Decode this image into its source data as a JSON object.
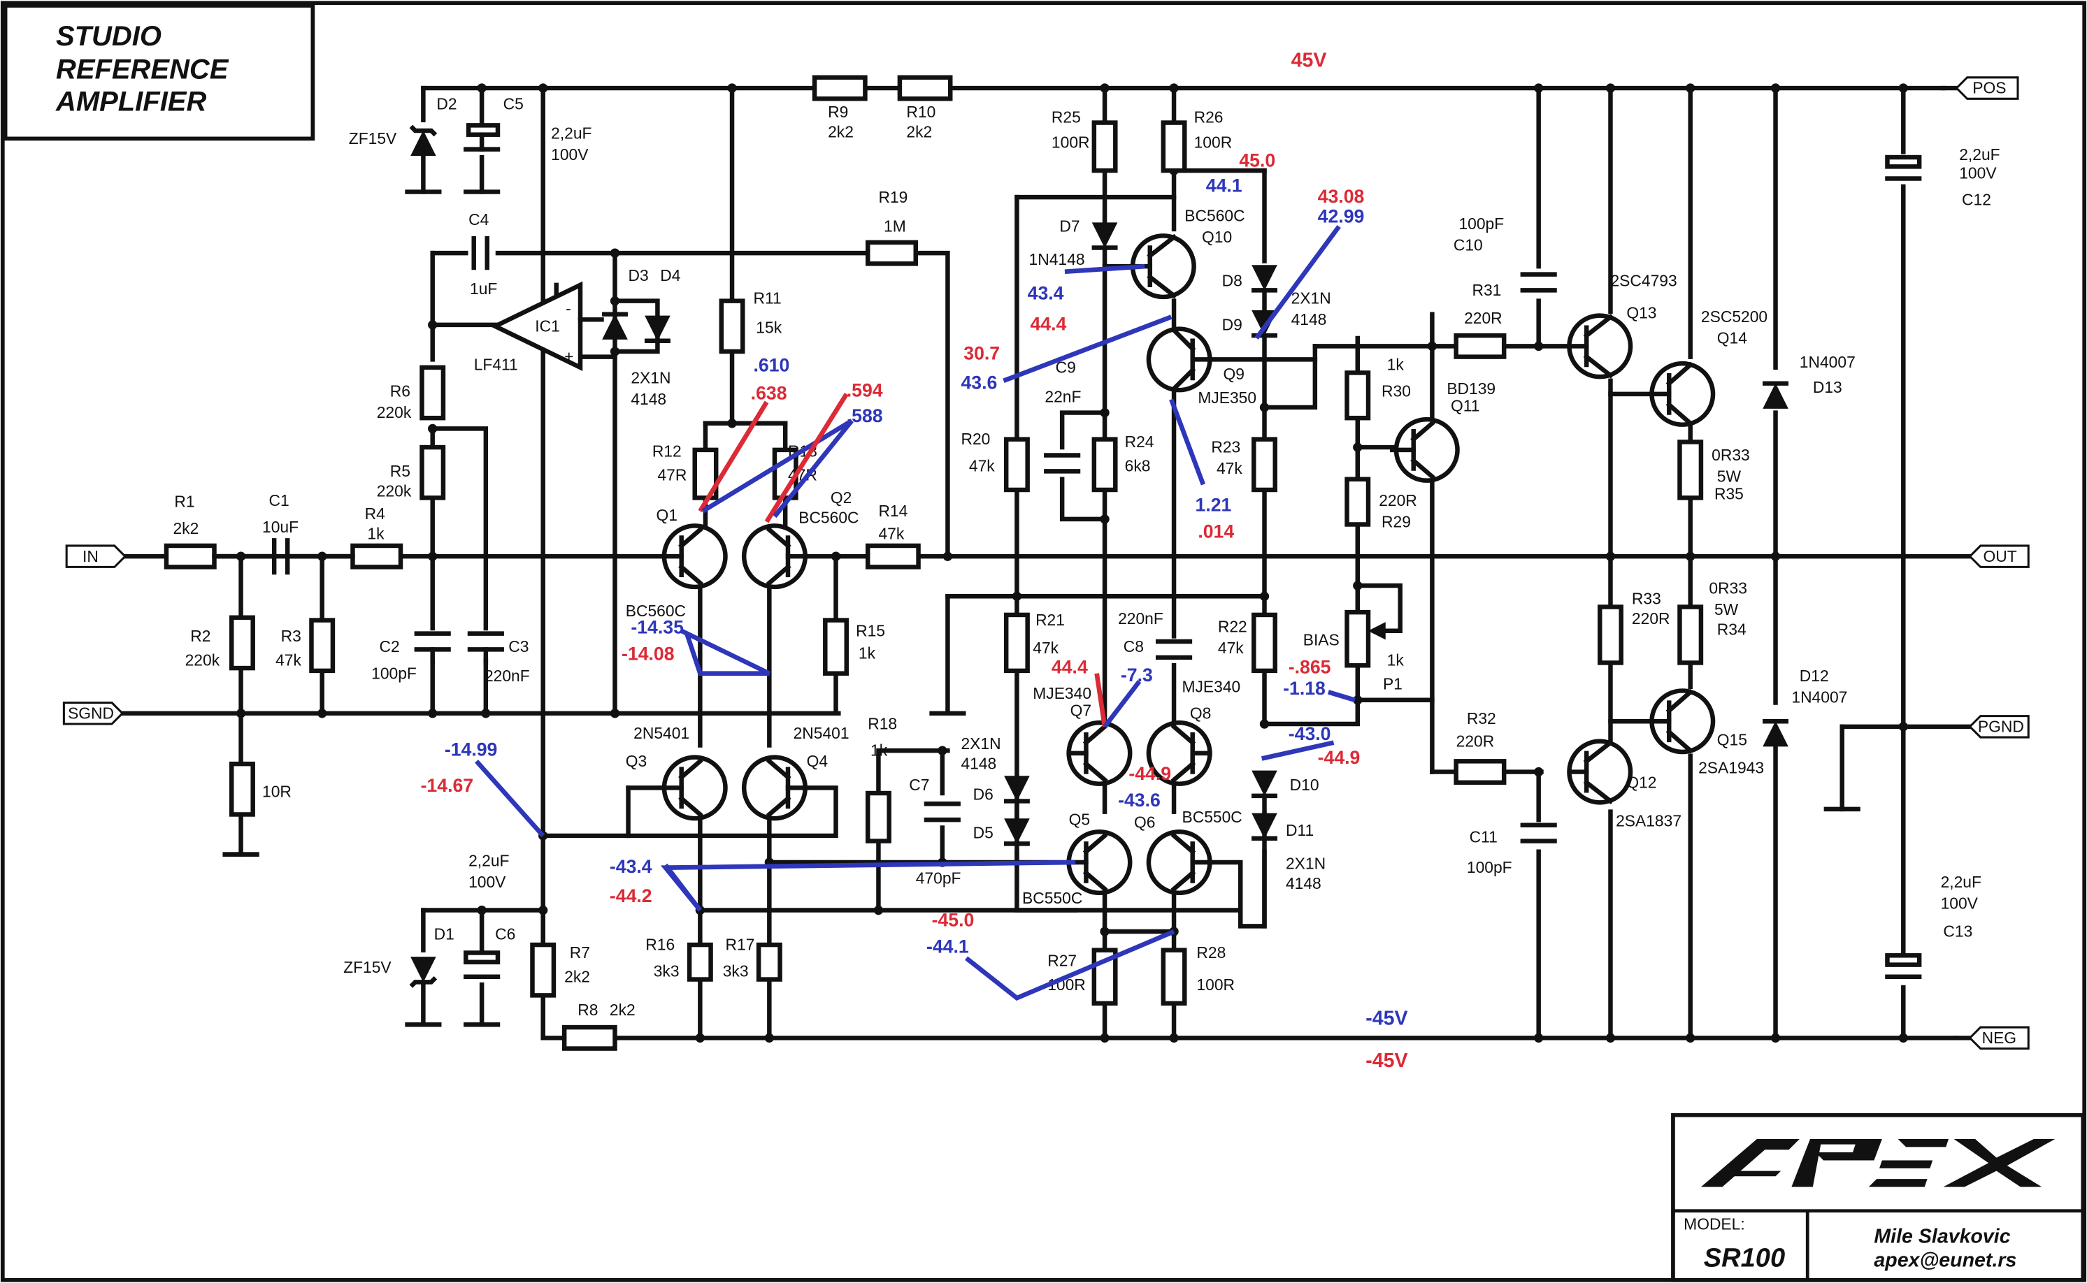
{
  "title_block": {
    "lines": [
      "STUDIO",
      "REFERENCE",
      "AMPLIFIER"
    ]
  },
  "ports": {
    "in": "IN",
    "sgnd": "SGND",
    "pos": "POS",
    "out": "OUT",
    "pgnd": "PGND",
    "neg": "NEG"
  },
  "rails": {
    "pos": "45V",
    "neg_blue": "-45V",
    "neg_red": "-45V"
  },
  "components": {
    "R1": [
      "R1",
      "2k2"
    ],
    "C1": [
      "C1",
      "10uF"
    ],
    "R4": [
      "R4",
      "1k"
    ],
    "R2": [
      "R2",
      "220k"
    ],
    "R3": [
      "R3",
      "47k"
    ],
    "R10R": [
      "10R"
    ],
    "R6": [
      "R6",
      "220k"
    ],
    "R5": [
      "R5",
      "220k"
    ],
    "C2": [
      "C2",
      "100pF"
    ],
    "C3": [
      "C3",
      "220nF"
    ],
    "D2": [
      "D2",
      "ZF15V"
    ],
    "C5": [
      "C5"
    ],
    "C5v": [
      "2,2uF",
      "100V"
    ],
    "C4": [
      "C4",
      "1uF"
    ],
    "IC1": [
      "IC1",
      "LF411"
    ],
    "D3": [
      "D3"
    ],
    "D4": [
      "D4"
    ],
    "D34": [
      "2X1N",
      "4148"
    ],
    "R11": [
      "R11",
      "15k"
    ],
    "R19": [
      "R19",
      "1M"
    ],
    "R9": [
      "R9",
      "2k2"
    ],
    "R10": [
      "R10",
      "2k2"
    ],
    "R12": [
      "R12",
      "47R"
    ],
    "R13": [
      "R13",
      "47R"
    ],
    "Q1": [
      "Q1"
    ],
    "Q2": [
      "Q2",
      "BC560C"
    ],
    "Q1t": [
      "BC560C"
    ],
    "R14": [
      "R14",
      "47k"
    ],
    "R15": [
      "R15",
      "1k"
    ],
    "Q3": [
      "2N5401",
      "Q3"
    ],
    "Q4": [
      "2N5401",
      "Q4"
    ],
    "C6v": [
      "2,2uF",
      "100V"
    ],
    "D1": [
      "D1",
      "ZF15V"
    ],
    "C6": [
      "C6"
    ],
    "R7": [
      "R7",
      "2k2"
    ],
    "R8": [
      "R8",
      "2k2"
    ],
    "R16": [
      "R16",
      "3k3"
    ],
    "R17": [
      "R17",
      "3k3"
    ],
    "R18": [
      "R18",
      "1k"
    ],
    "C7": [
      "C7",
      "470pF"
    ],
    "R25": [
      "R25",
      "100R"
    ],
    "R26": [
      "R26",
      "100R"
    ],
    "D7": [
      "D7",
      "1N4148"
    ],
    "Q10": [
      "BC560C",
      "Q10"
    ],
    "D8": [
      "D8"
    ],
    "D9": [
      "D9"
    ],
    "D89": [
      "2X1N",
      "4148"
    ],
    "C9": [
      "C9",
      "22nF"
    ],
    "Q9": [
      "Q9",
      "MJE350"
    ],
    "R20": [
      "R20",
      "47k"
    ],
    "R24": [
      "R24",
      "6k8"
    ],
    "R23": [
      "R23",
      "47k"
    ],
    "C10": [
      "100pF",
      "C10"
    ],
    "R31": [
      "R31",
      "220R"
    ],
    "R30": [
      "1k",
      "R30"
    ],
    "R29": [
      "220R",
      "R29"
    ],
    "Q11": [
      "BD139",
      "Q11"
    ],
    "P1": [
      "BIAS",
      "1k",
      "P1"
    ],
    "Q13": [
      "2SC4793",
      "Q13"
    ],
    "Q14": [
      "2SC5200",
      "Q14"
    ],
    "R35": [
      "0R33",
      "5W",
      "R35"
    ],
    "D13": [
      "1N4007",
      "D13"
    ],
    "C12": [
      "2,2uF",
      "100V",
      "C12"
    ],
    "R21": [
      "R21",
      "47k"
    ],
    "C8": [
      "220nF",
      "C8"
    ],
    "R22": [
      "R22",
      "47k"
    ],
    "Q7": [
      "MJE340",
      "Q7"
    ],
    "Q8": [
      "Q8",
      "MJE340"
    ],
    "D6": [
      "2X1N",
      "4148",
      "D6"
    ],
    "D5": [
      "D5"
    ],
    "D10": [
      "D10"
    ],
    "D11": [
      "D11",
      "2X1N",
      "4148"
    ],
    "Q5": [
      "Q5"
    ],
    "Q6": [
      "Q6",
      "BC550C"
    ],
    "Q5t": [
      "BC550C"
    ],
    "R27": [
      "R27",
      "100R"
    ],
    "R28": [
      "R28",
      "100R"
    ],
    "R32": [
      "R32",
      "220R"
    ],
    "Q12": [
      "Q12",
      "2SA1837"
    ],
    "C11": [
      "C11",
      "100pF"
    ],
    "R33": [
      "R33",
      "220R"
    ],
    "R34": [
      "0R33",
      "5W",
      "R34"
    ],
    "Q15": [
      "Q15",
      "2SA1943"
    ],
    "D12": [
      "D12",
      "1N4007"
    ],
    "C13": [
      "2,2uF",
      "100V",
      "C13"
    ]
  },
  "measurements": {
    "m610": ".610",
    "m638": ".638",
    "m594": ".594",
    "m588": ".588",
    "m1435": "-14.35",
    "m1408": "-14.08",
    "m1499": "-14.99",
    "m1467": "-14.67",
    "m434a": "-43.4",
    "m442": "-44.2",
    "m450": "45.0",
    "m441": "44.1",
    "m4308": "43.08",
    "m4299": "42.99",
    "m434": "43.4",
    "m444": "44.4",
    "m307": "30.7",
    "m436": "43.6",
    "m121": "1.21",
    "m014": ".014",
    "m444n": "44.4",
    "m73": "-7.3",
    "m865": "-.865",
    "m118": "-1.18",
    "m430": "-43.0",
    "m449": "-44.9",
    "m449b": "-44.9",
    "m436b": "-43.6",
    "m450b": "-45.0",
    "m441b": "-44.1"
  },
  "model_block": {
    "label": "MODEL:",
    "model": "SR100",
    "author": "Mile Slavkovic",
    "email": "apex@eunet.rs",
    "logo": "APEX"
  },
  "colors": {
    "annotation_red": "#dc2a36",
    "annotation_blue": "#2e36b9",
    "line": "#111111"
  }
}
